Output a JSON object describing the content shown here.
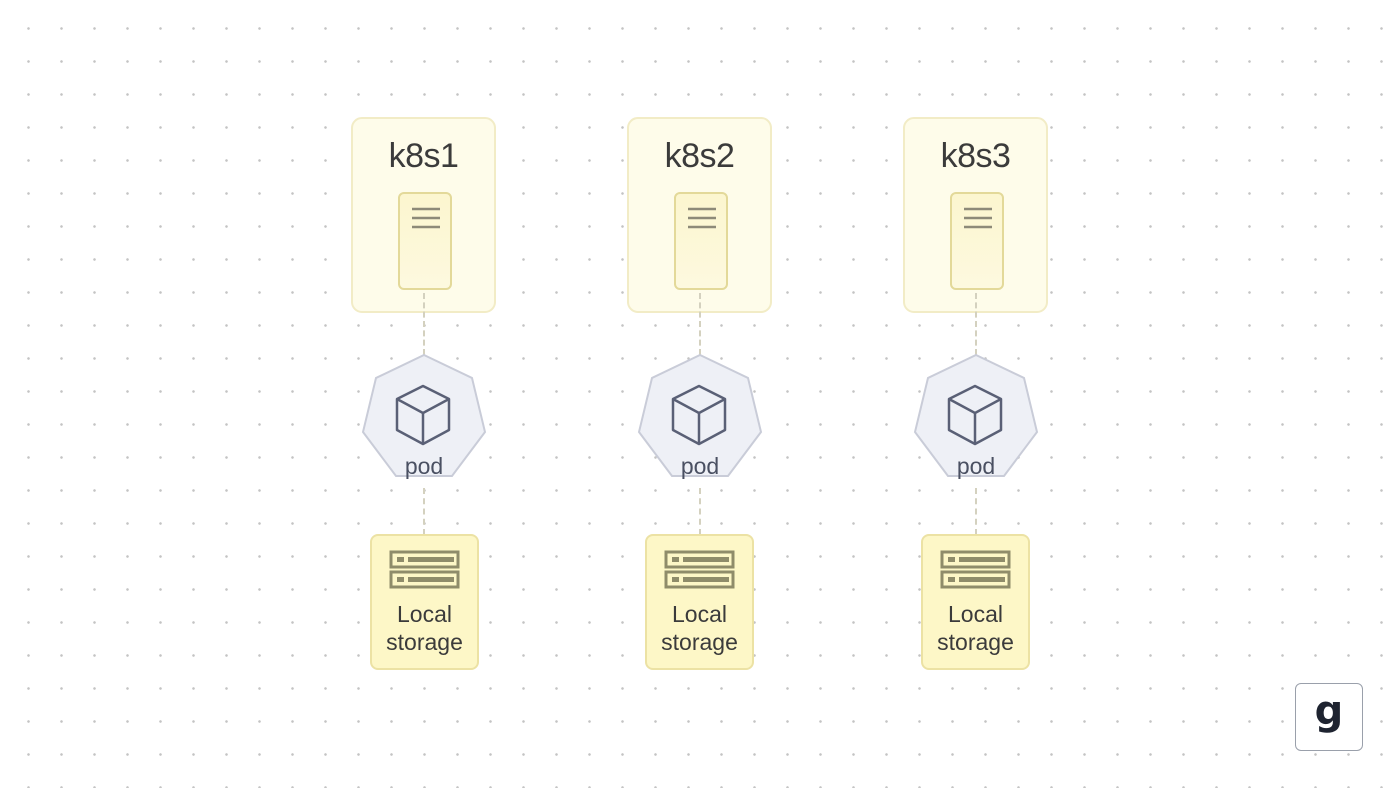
{
  "colors": {
    "node_fill": "#fefcea",
    "node_border": "#f2ecc6",
    "pod_fill": "#eef0f6",
    "pod_border": "#c9ccd8",
    "pod_icon": "#5a6076",
    "storage_fill": "#fdf7c7",
    "storage_icon": "#8f8c6a",
    "connector": "#d4d1bf"
  },
  "columns": [
    {
      "node_name": "k8s1",
      "pod_label": "pod",
      "storage_label_line1": "Local",
      "storage_label_line2": "storage"
    },
    {
      "node_name": "k8s2",
      "pod_label": "pod",
      "storage_label_line1": "Local",
      "storage_label_line2": "storage"
    },
    {
      "node_name": "k8s3",
      "pod_label": "pod",
      "storage_label_line1": "Local",
      "storage_label_line2": "storage"
    }
  ],
  "icons": {
    "node": "server-icon",
    "pod": "cube-icon",
    "storage": "storage-drive-icon",
    "brand": "g-logo-icon"
  },
  "logo": {
    "letter": "g"
  }
}
